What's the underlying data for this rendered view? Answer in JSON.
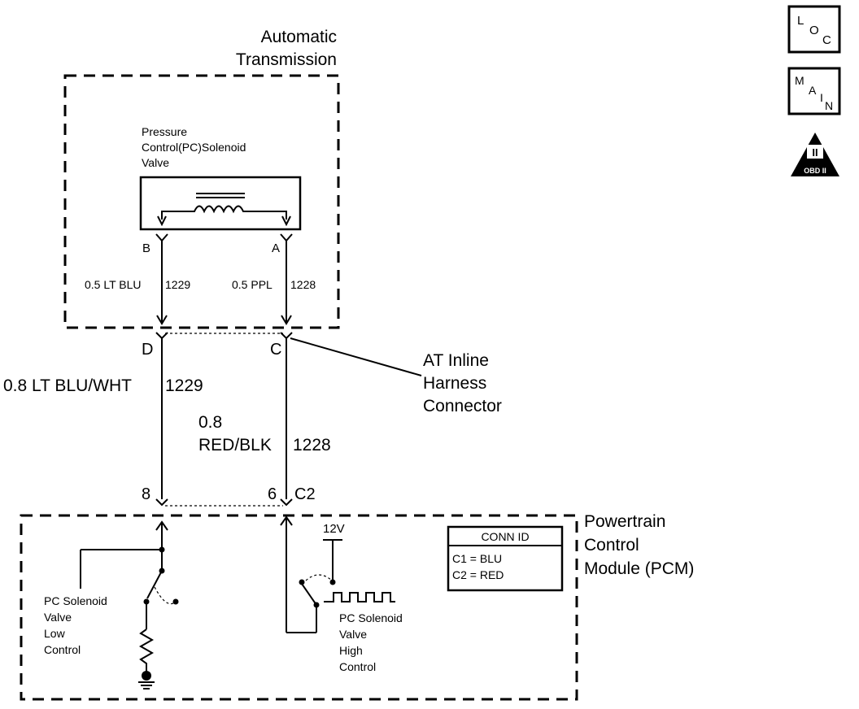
{
  "transmission": {
    "title_line1": "Automatic",
    "title_line2": "Transmission"
  },
  "solenoid": {
    "label_line1": "Pressure",
    "label_line2": "Control(PC)Solenoid",
    "label_line3": "Valve",
    "pin_b": "B",
    "pin_a": "A"
  },
  "trans_wires": {
    "left_gauge_color": "0.5 LT BLU",
    "left_circuit": "1229",
    "right_gauge_color": "0.5 PPL",
    "right_circuit": "1228"
  },
  "inline_connector": {
    "pin_d": "D",
    "pin_c": "C",
    "label_line1": "AT Inline",
    "label_line2": "Harness",
    "label_line3": "Connector"
  },
  "harness_wires": {
    "left_gauge_color": "0.8 LT BLU/WHT",
    "left_circuit": "1229",
    "right_gauge": "0.8",
    "right_color": "RED/BLK",
    "right_circuit": "1228"
  },
  "pcm_connector": {
    "pin_8": "8",
    "pin_6": "6",
    "conn_name": "C2"
  },
  "pcm": {
    "label_line1": "Powertrain",
    "label_line2": "Control",
    "label_line3": "Module (PCM)",
    "voltage": "12V",
    "low_control": [
      "PC Solenoid",
      "Valve",
      "Low",
      "Control"
    ],
    "high_control": [
      "PC Solenoid",
      "Valve",
      "High",
      "Control"
    ]
  },
  "conn_id": {
    "header": "CONN ID",
    "row1": "C1 = BLU",
    "row2": "C2 = RED"
  },
  "badges": {
    "loc": [
      "L",
      "O",
      "C"
    ],
    "main": [
      "M",
      "A",
      "I",
      "N"
    ],
    "obd_numeral": "II",
    "obd_text": "OBD II"
  }
}
